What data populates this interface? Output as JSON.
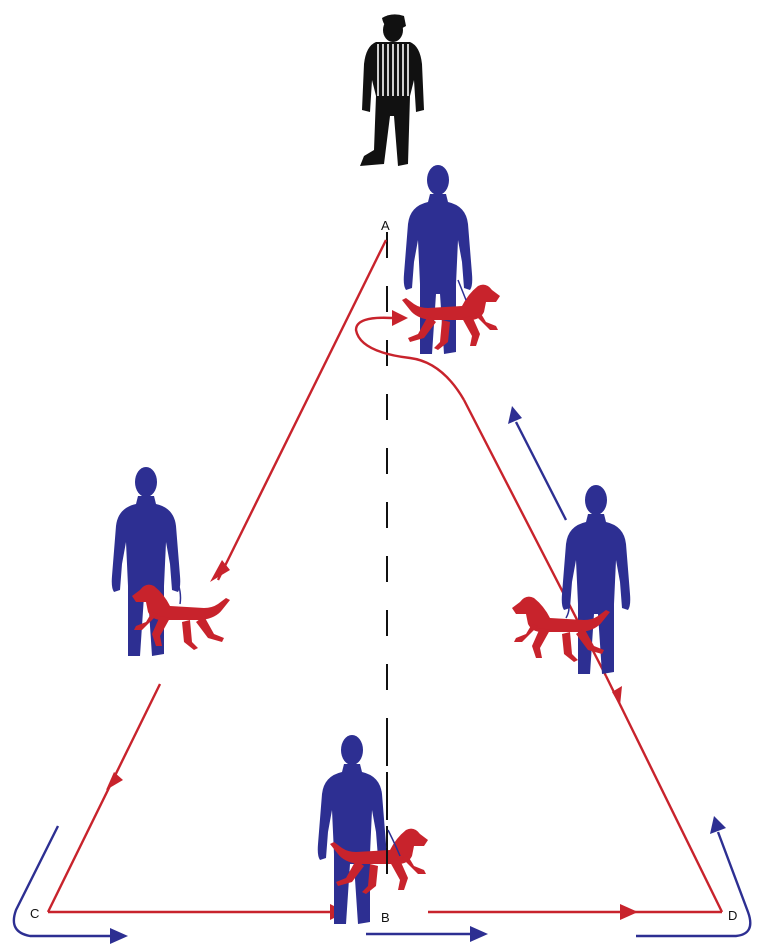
{
  "points": {
    "a": "A",
    "b": "B",
    "c": "C",
    "d": "D"
  },
  "colors": {
    "route": "#c8232c",
    "handler_path": "#2d2f92",
    "handler": "#2d2f92",
    "dog": "#c8232c",
    "judge": "#111111",
    "centerline": "#111111"
  },
  "figures": {
    "judge": "judge-silhouette",
    "handler": "handler-silhouette",
    "dog": "dog-silhouette"
  }
}
